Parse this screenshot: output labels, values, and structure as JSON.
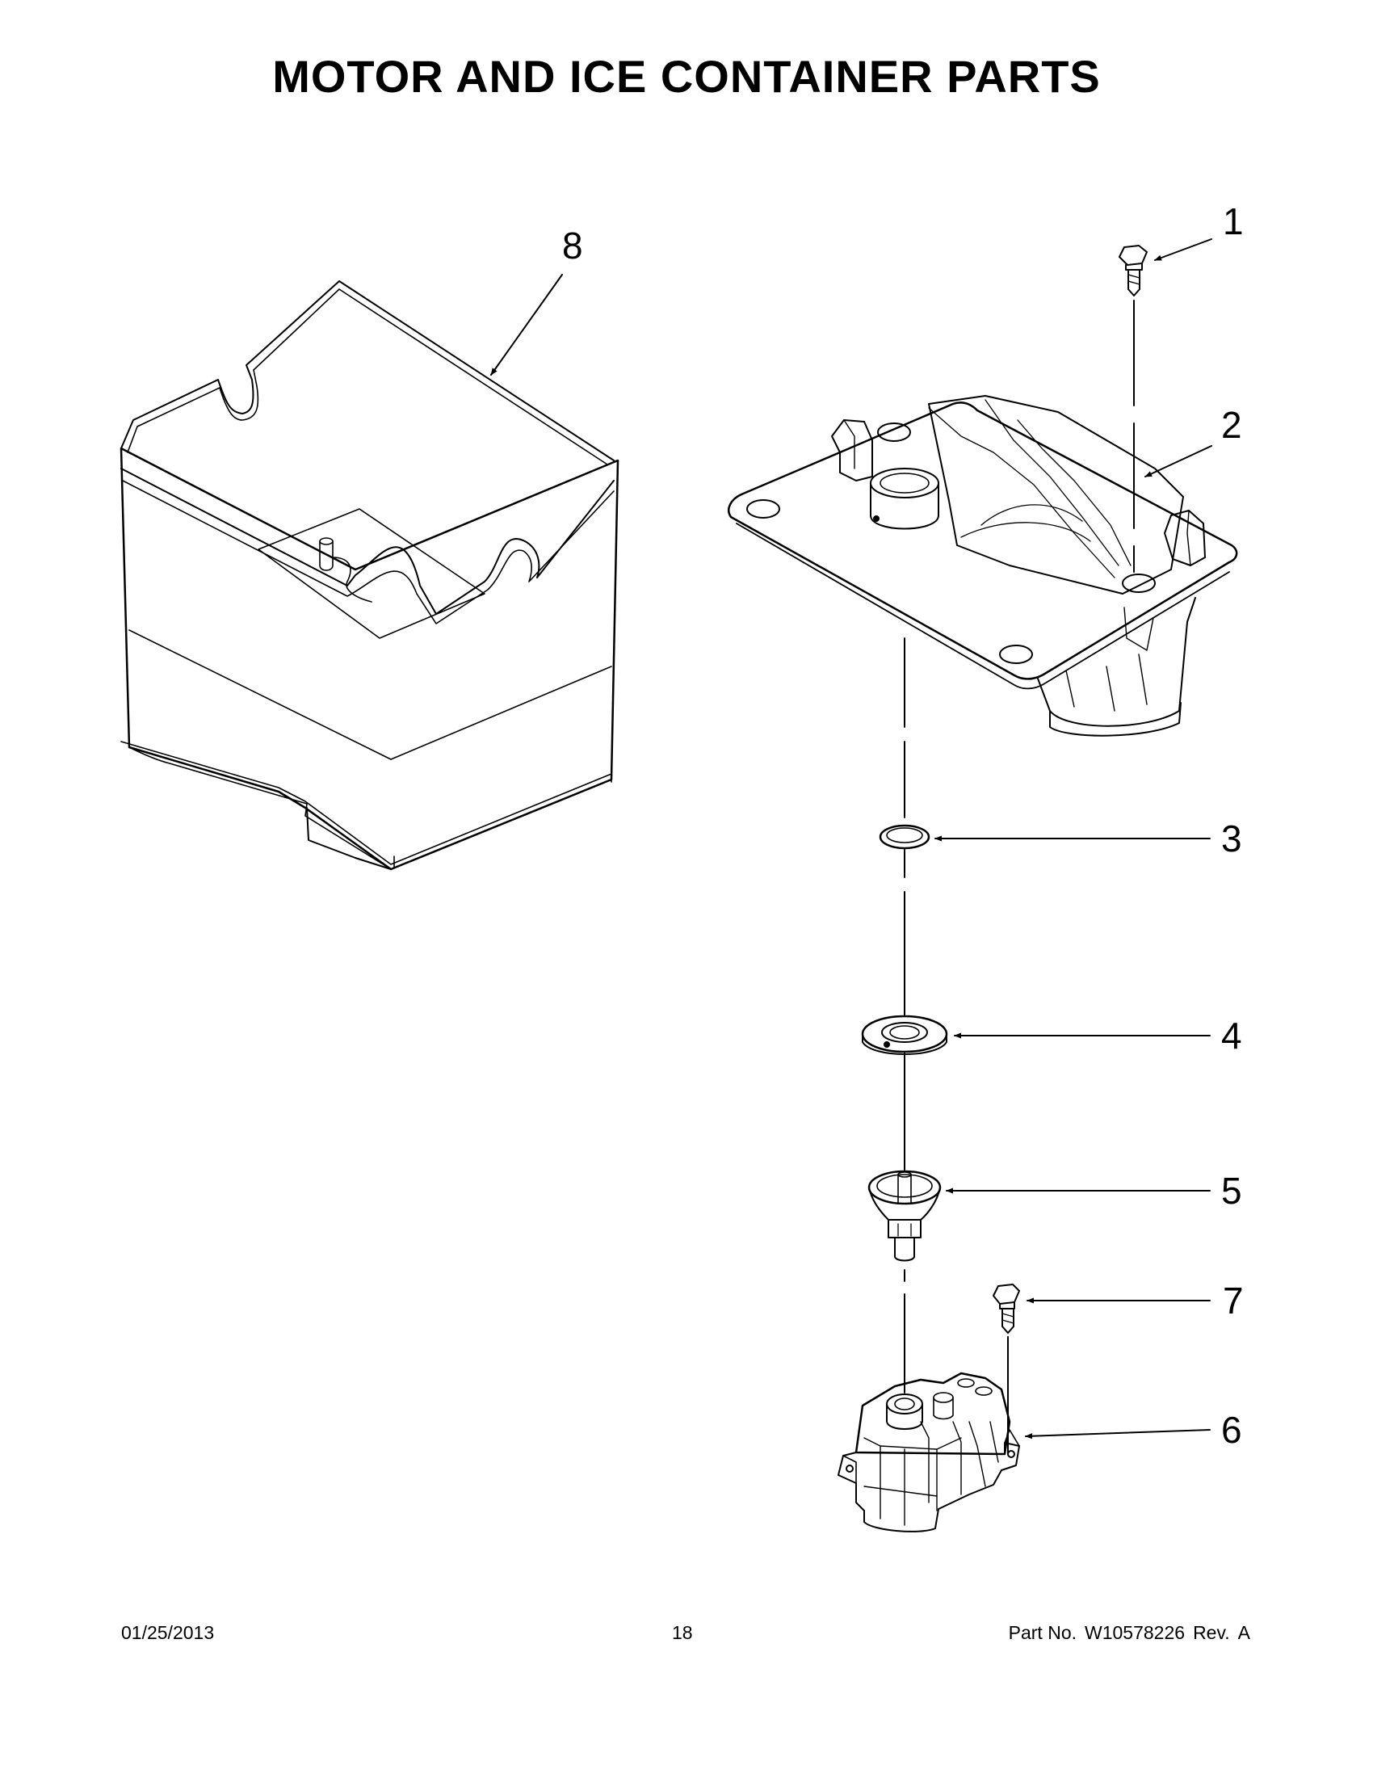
{
  "title": "MOTOR AND ICE CONTAINER PARTS",
  "callouts": [
    {
      "id": "1",
      "label": "1"
    },
    {
      "id": "2",
      "label": "2"
    },
    {
      "id": "3",
      "label": "3"
    },
    {
      "id": "4",
      "label": "4"
    },
    {
      "id": "5",
      "label": "5"
    },
    {
      "id": "6",
      "label": "6"
    },
    {
      "id": "7",
      "label": "7"
    },
    {
      "id": "8",
      "label": "8"
    }
  ],
  "footer": {
    "date": "01/25/2013",
    "page_number": "18",
    "part_no_label": "Part No.",
    "part_no": "W10578226",
    "rev_label": "Rev.",
    "rev": "A"
  },
  "colors": {
    "line": "#000000",
    "background": "#ffffff",
    "fill": "#ffffff"
  }
}
